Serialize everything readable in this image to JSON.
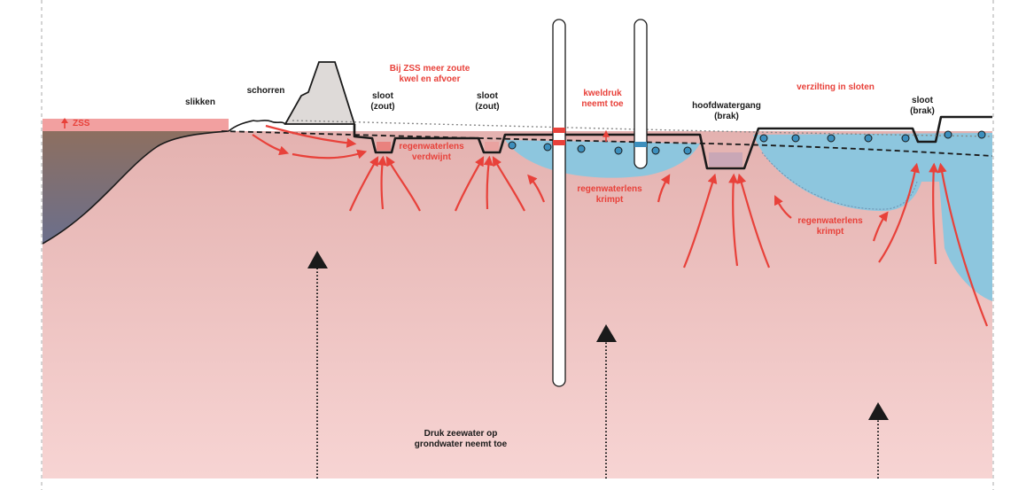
{
  "labels": {
    "zss": "ZSS",
    "slikken": "slikken",
    "schorren": "schorren",
    "sloot_zout_1": [
      "sloot",
      "(zout)"
    ],
    "sloot_zout_2": [
      "sloot",
      "(zout)"
    ],
    "hoofdwatergang": [
      "hoofdwatergang",
      "(brak)"
    ],
    "sloot_brak": [
      "sloot",
      "(brak)"
    ],
    "zss_meer": [
      "Bij ZSS meer zoute",
      "kwel en afvoer"
    ],
    "kweldruk": [
      "kweldruk",
      "neemt toe"
    ],
    "verzilting": "verzilting in sloten",
    "regen_verdwijnt": [
      "regenwaterlens",
      "verdwijnt"
    ],
    "regen_krimpt_1": [
      "regenwaterlens",
      "krimpt"
    ],
    "regen_krimpt_2": [
      "regenwaterlens",
      "krimpt"
    ],
    "druk": [
      "Druk zeewater op",
      "grondwater neemt toe"
    ]
  },
  "colors": {
    "saltwater_top": "#e6b3b1",
    "saltwater_bottom": "#f6d2d1",
    "sea_band": "#f2a0a0",
    "mudflat_top": "#8a6f62",
    "mudflat_bottom": "#6d6f88",
    "freshwater": "#8dc6de",
    "freshwater_deep": "#6cb2d6",
    "dune": "#dedad8",
    "accent_red": "#e8413a",
    "outline": "#1a1a1a"
  },
  "icons": [
    "up-arrow-icon",
    "flow-arrow-icon",
    "pressure-arrow-icon",
    "drain-pipe-icon",
    "piezometer-icon"
  ]
}
